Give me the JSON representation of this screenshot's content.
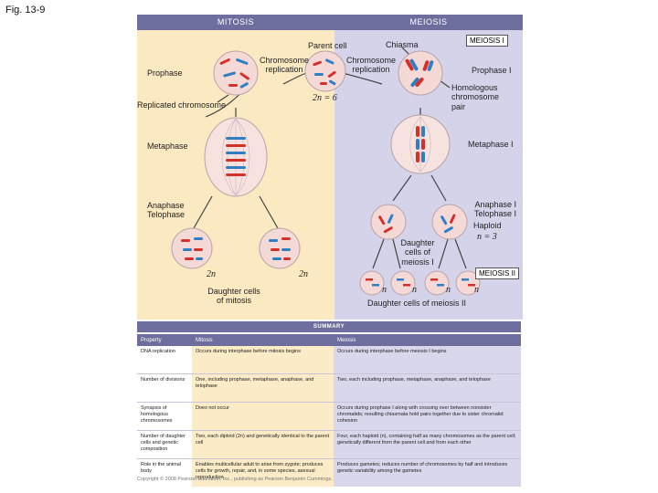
{
  "figure_label": "Fig. 13-9",
  "headers": {
    "mitosis": "MITOSIS",
    "meiosis": "MEIOSIS"
  },
  "labels": {
    "parent_cell": "Parent cell",
    "chiasma": "Chiasma",
    "meiosis_i_box": "MEIOSIS I",
    "prophase": "Prophase",
    "chromosome_replication": "Chromosome replication",
    "prophase_i": "Prophase I",
    "homologous_pair": "Homologous chromosome pair",
    "two_n_six": "2n = 6",
    "replicated_chromosome": "Replicated chromosome",
    "metaphase": "Metaphase",
    "metaphase_i": "Metaphase I",
    "anaphase_telophase": "Anaphase Telophase",
    "anaphase_i_telophase_i": "Anaphase I Telophase I",
    "haploid": "Haploid",
    "n_three": "n = 3",
    "daughter_cells_meiosis_i": "Daughter cells of meiosis I",
    "two_n": "2n",
    "meiosis_ii_box": "MEIOSIS II",
    "n": "n",
    "daughter_cells_mitosis": "Daughter cells of mitosis",
    "daughter_cells_meiosis_ii": "Daughter cells of meiosis II"
  },
  "summary": {
    "title": "SUMMARY",
    "columns": [
      "Property",
      "Mitosis",
      "Meiosis"
    ],
    "rows": [
      {
        "property": "DNA replication",
        "mitosis": "Occurs during interphase before mitosis begins",
        "meiosis": "Occurs during interphase before meiosis I begins"
      },
      {
        "property": "Number of divisions",
        "mitosis": "One, including prophase, metaphase, anaphase, and telophase",
        "meiosis": "Two, each including prophase, metaphase, anaphase, and telophase"
      },
      {
        "property": "Synapsis of homologous chromosomes",
        "mitosis": "Does not occur",
        "meiosis": "Occurs during prophase I along with crossing over between nonsister chromatids; resulting chiasmata hold pairs together due to sister chromatid cohesion"
      },
      {
        "property": "Number of daughter cells and genetic composition",
        "mitosis": "Two, each diploid (2n) and genetically identical to the parent cell",
        "meiosis": "Four, each haploid (n), containing half as many chromosomes as the parent cell; genetically different from the parent cell and from each other"
      },
      {
        "property": "Role in the animal body",
        "mitosis": "Enables multicellular adult to arise from zygote; produces cells for growth, repair, and, in some species, asexual reproduction",
        "meiosis": "Produces gametes; reduces number of chromosomes by half and introduces genetic variability among the gametes"
      }
    ]
  },
  "copyright": "Copyright © 2008 Pearson Education, Inc., publishing as Pearson Benjamin Cummings.",
  "colors": {
    "mitosis_panel": "#fbe9c2",
    "meiosis_panel": "#d4d3ea",
    "header": "#6e6e9e",
    "chromosome_red": "#d6302a",
    "chromosome_blue": "#2f7fc4",
    "cell_fill": "#f4d9d6"
  }
}
